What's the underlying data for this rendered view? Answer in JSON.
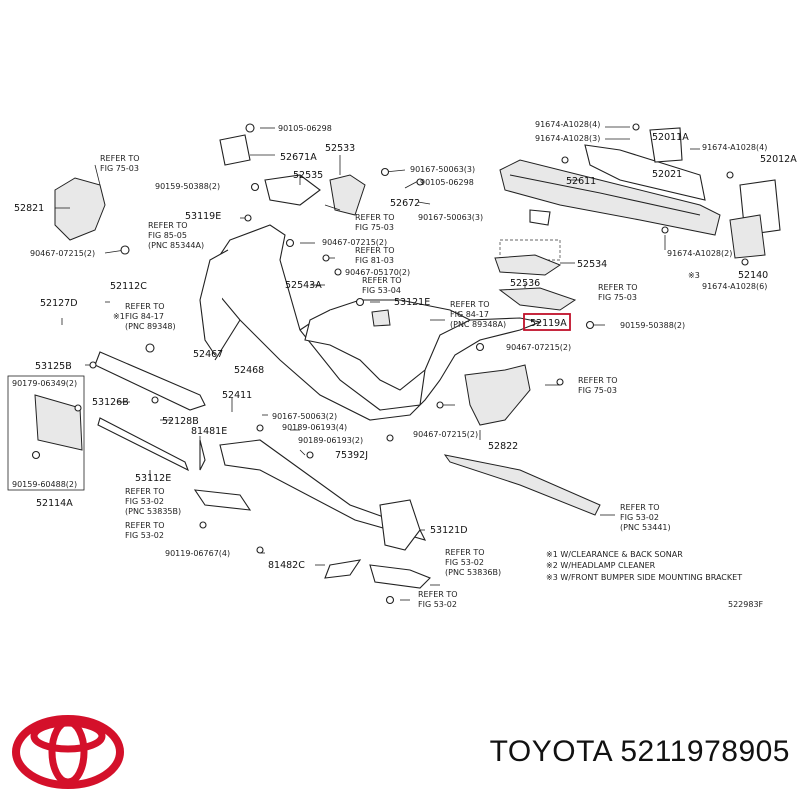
{
  "brand": {
    "name": "TOYOTA",
    "part_number": "5211978905",
    "logo_color": "#d4102a"
  },
  "highlight": {
    "part": "52119A",
    "color": "#c0102a"
  },
  "diagram_code": "522983F",
  "parts": {
    "p52011A": "52011A",
    "p52012A": "52012A",
    "p52021": "52021",
    "p52611": "52611",
    "p52534": "52534",
    "p52536": "52536",
    "p52140": "52140",
    "p52671A": "52671A",
    "p52533": "52533",
    "p52535": "52535",
    "p52672": "52672",
    "p52821": "52821",
    "p53119E": "53119E",
    "p52543A": "52543A",
    "p53121E": "53121E",
    "p52127D": "52127D",
    "p52112C": "52112C",
    "p52467": "52467",
    "p52468": "52468",
    "p53125B": "53125B",
    "p53126B": "53126B",
    "p52128B": "52128B",
    "p52411": "52411",
    "p81481E": "81481E",
    "p53112E": "53112E",
    "p75392J": "75392J",
    "p52822": "52822",
    "p52114A": "52114A",
    "p53121D": "53121D",
    "p81482C": "81482C"
  },
  "fasteners": {
    "f1": "91674-A1028(4)",
    "f2": "91674-A1028(3)",
    "f3": "91674-A1028(4)",
    "f4": "91674-A1028(2)",
    "f5": "91674-A1028(6)",
    "f6": "90105-06298",
    "f7": "90167-50063(3)",
    "f8": "90105-06298",
    "f9": "90167-50063(3)",
    "f10": "90159-50388(2)",
    "f11": "90467-07215(2)",
    "f12": "90467-07215(2)",
    "f13": "90467-05170(2)",
    "f14": "90159-50388(2)",
    "f15": "90467-07215(2)",
    "f16": "90179-06349(2)",
    "f17": "90159-60488(2)",
    "f18": "90167-50063(2)",
    "f19": "90189-06193(4)",
    "f20": "90189-06193(2)",
    "f21": "90467-07215(2)",
    "f22": "90119-06767(4)"
  },
  "refs": {
    "r1": "REFER TO",
    "r1b": "FIG 75-03",
    "r2": "REFER TO",
    "r2b": "FIG 75-03",
    "r3": "REFER TO",
    "r3b": "FIG 85-05",
    "r3c": "(PNC 85344A)",
    "r4": "REFER TO",
    "r4b": "FIG 84-17",
    "r4c": "(PNC 89348)",
    "r5": "REFER TO",
    "r5b": "FIG 81-03",
    "r6": "REFER TO",
    "r6b": "FIG 53-04",
    "r7": "REFER TO",
    "r7b": "FIG 84-17",
    "r7c": "(PNC 89348A)",
    "r8": "REFER TO",
    "r8b": "FIG 75-03",
    "r9": "REFER TO",
    "r9b": "FIG 75-03",
    "r10": "REFER TO",
    "r10b": "FIG 53-02",
    "r10c": "(PNC 53835B)",
    "r11": "REFER TO",
    "r11b": "FIG 53-02",
    "r12": "REFER TO",
    "r12b": "FIG 53-02",
    "r12c": "(PNC 53441)",
    "r13": "REFER TO",
    "r13b": "FIG 53-02",
    "r13c": "(PNC 53836B)",
    "r14": "REFER TO",
    "r14b": "FIG 53-02"
  },
  "notes": {
    "n1": "※1 W/CLEARANCE & BACK SONAR",
    "n2": "※2 W/HEADLAMP CLEANER",
    "n3": "※3 W/FRONT BUMPER SIDE MOUNTING BRACKET"
  },
  "marks": {
    "m1": "※3",
    "m2": "※1"
  }
}
